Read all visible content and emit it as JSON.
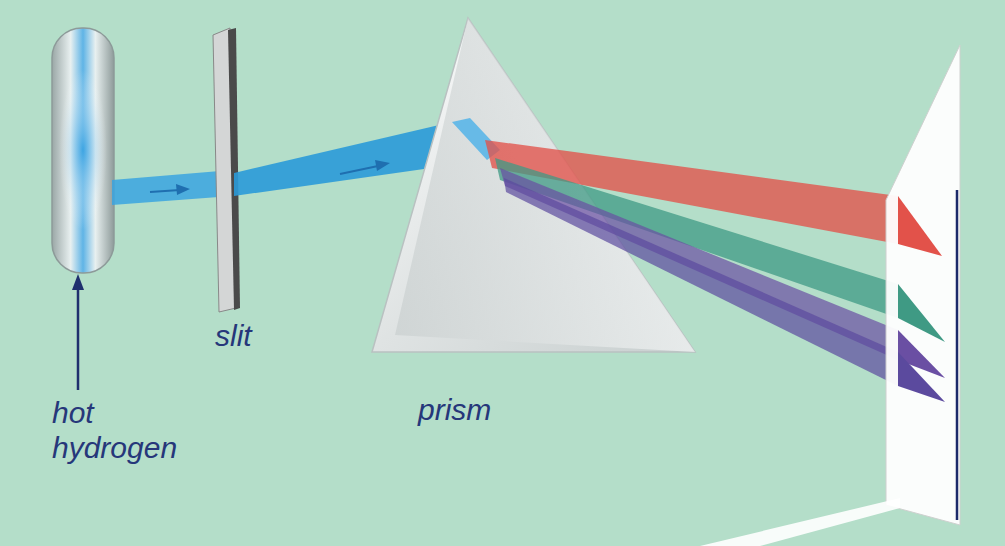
{
  "diagram": {
    "labels": [
      "hot hydrogen",
      "slit",
      "prism"
    ]
  }
}
